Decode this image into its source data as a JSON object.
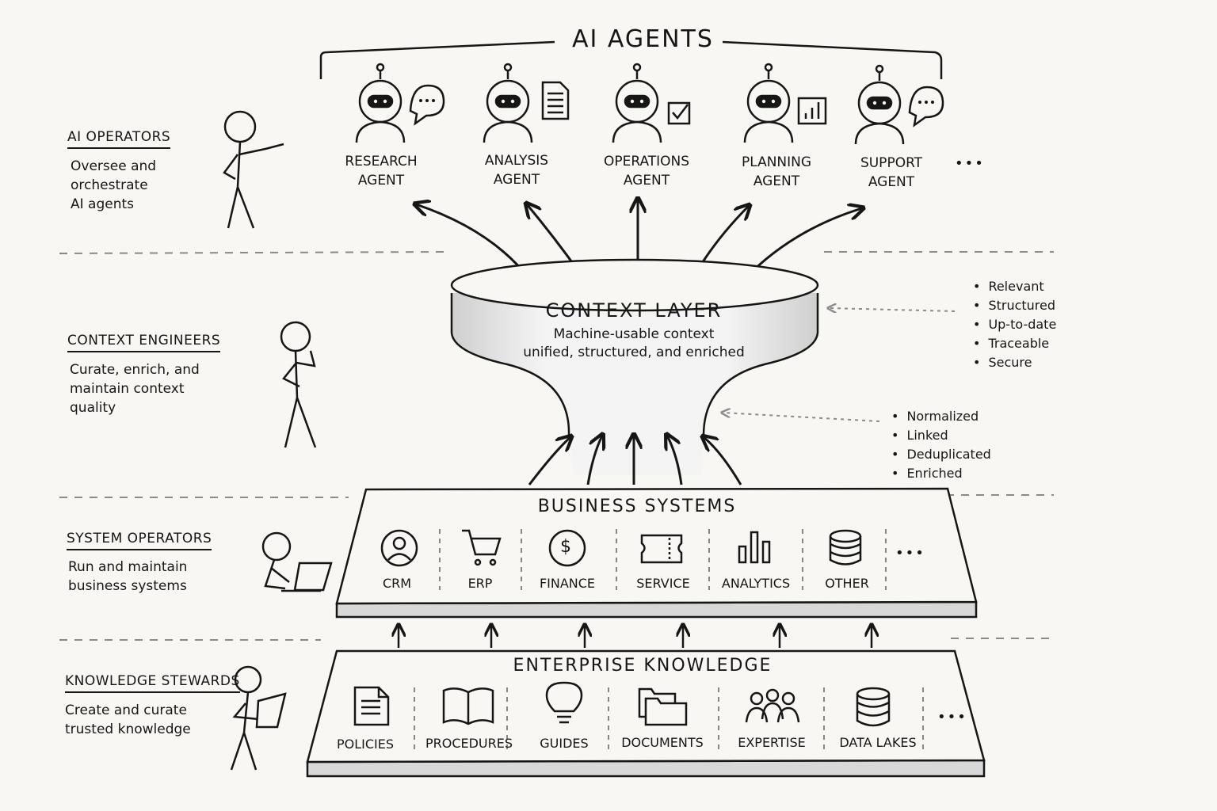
{
  "title": "AI Agents",
  "agents": [
    {
      "label": "Research\nAgent",
      "icon": "speech-bubble-icon"
    },
    {
      "label": "Analysis\nAgent",
      "icon": "document-icon"
    },
    {
      "label": "Operations\nAgent",
      "icon": "checkbox-icon"
    },
    {
      "label": "Planning\nAgent",
      "icon": "bar-chart-icon"
    },
    {
      "label": "Support\nAgent",
      "icon": "speech-bubble-icon"
    }
  ],
  "more": "•••",
  "roles": [
    {
      "title": "AI operators",
      "desc": "Oversee and\norchestrate\nAI agents"
    },
    {
      "title": "Context Engineers",
      "desc": "Curate, enrich, and\nmaintain context\nquality"
    },
    {
      "title": "System Operators",
      "desc": "Run and maintain\nbusiness systems"
    },
    {
      "title": "Knowledge Stewards",
      "desc": "Create and curate\ntrusted knowledge"
    }
  ],
  "context_layer": {
    "title": "Context Layer",
    "line1": "Machine-usable context",
    "line2": "unified, structured, and enriched",
    "qualities": [
      "Relevant",
      "Structured",
      "Up-to-date",
      "Traceable",
      "Secure"
    ],
    "processing": [
      "Normalized",
      "Linked",
      "Deduplicated",
      "Enriched"
    ]
  },
  "business_systems": {
    "title": "Business Systems",
    "items": [
      {
        "label": "CRM",
        "icon": "user-circle-icon"
      },
      {
        "label": "ERP",
        "icon": "cart-icon"
      },
      {
        "label": "Finance",
        "icon": "dollar-icon"
      },
      {
        "label": "Service",
        "icon": "ticket-icon"
      },
      {
        "label": "Analytics",
        "icon": "bar-chart-icon"
      },
      {
        "label": "Other",
        "icon": "database-icon"
      }
    ]
  },
  "enterprise_knowledge": {
    "title": "Enterprise Knowledge",
    "items": [
      {
        "label": "Policies",
        "icon": "document-icon"
      },
      {
        "label": "Procedures",
        "icon": "book-icon"
      },
      {
        "label": "Guides",
        "icon": "lightbulb-icon"
      },
      {
        "label": "Documents",
        "icon": "folder-icon"
      },
      {
        "label": "Expertise",
        "icon": "people-icon"
      },
      {
        "label": "Data Lakes",
        "icon": "database-icon"
      }
    ]
  },
  "colors": {
    "ink": "#161616",
    "paper": "#f8f7f3",
    "dashed": "#8a8a8a"
  }
}
